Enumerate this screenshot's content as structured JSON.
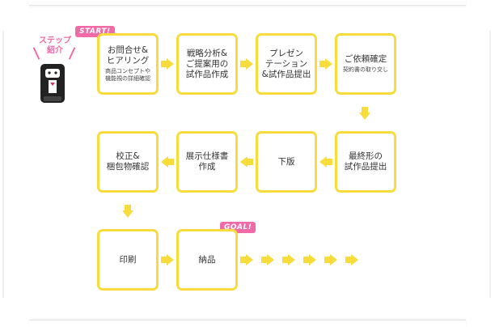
{
  "intro": {
    "label": "ステップ\n紹介"
  },
  "badges": {
    "start": "START!",
    "goal": "GOAL!"
  },
  "colors": {
    "box_border": "#f7dc3c",
    "arrow": "#f7dc3c",
    "accent": "#f06aa8"
  },
  "steps": [
    {
      "main": "お問合せ&\nヒアリング",
      "sub": "商品コンセプトや\n機能視の詳細確認"
    },
    {
      "main": "戦略分析&\nご提案用の\n試作品作成",
      "sub": ""
    },
    {
      "main": "プレゼン\nテーション\n&試作品提出",
      "sub": ""
    },
    {
      "main": "ご依頼確定",
      "sub": "契約書の取り交し"
    },
    {
      "main": "最終形の\n試作品提出",
      "sub": ""
    },
    {
      "main": "下版",
      "sub": ""
    },
    {
      "main": "展示仕様書\n作成",
      "sub": ""
    },
    {
      "main": "校正&\n梱包物確認",
      "sub": ""
    },
    {
      "main": "印刷",
      "sub": ""
    },
    {
      "main": "納品",
      "sub": ""
    }
  ],
  "icons": {
    "mascot": "mascot-icon",
    "arrow": "arrow-icon"
  }
}
